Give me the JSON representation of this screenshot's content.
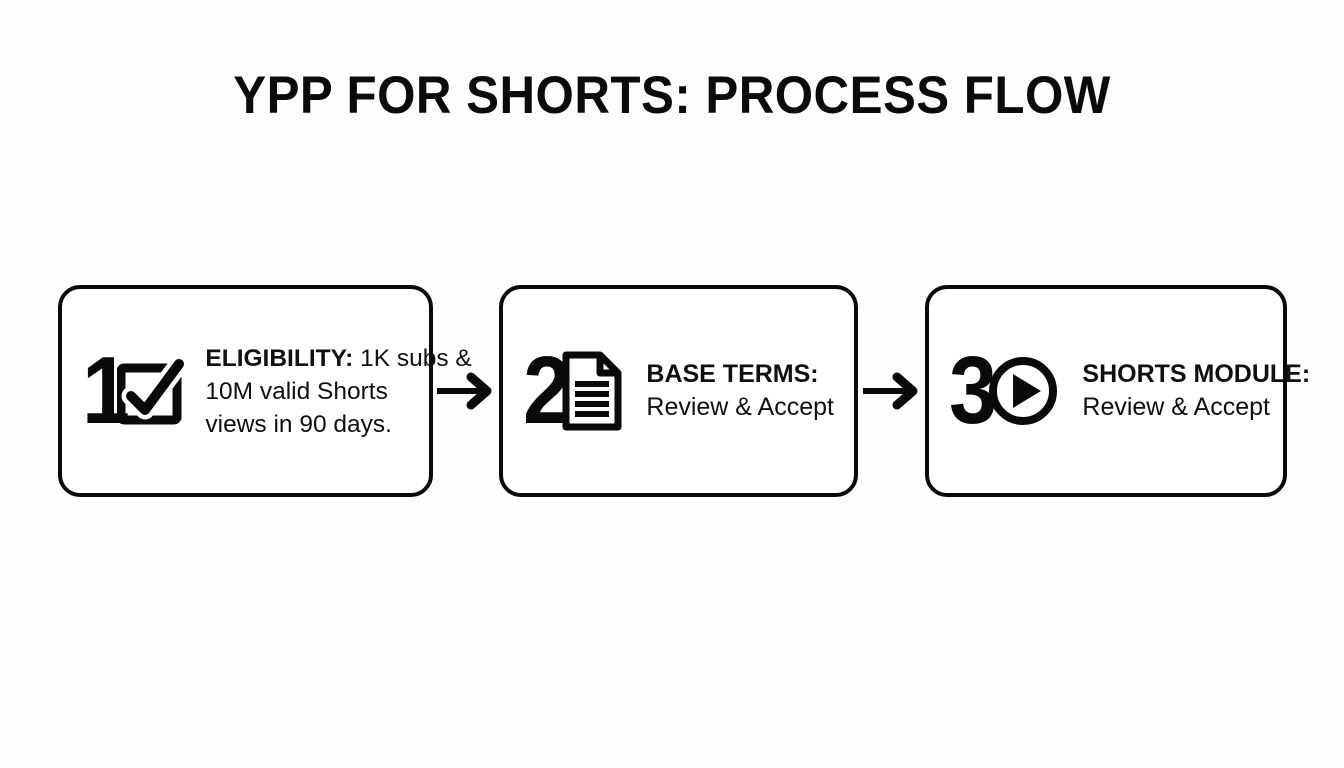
{
  "title": "YPP FOR SHORTS: PROCESS FLOW",
  "colors": {
    "background": "#fdfdfd",
    "ink": "#0a0a0a",
    "card_fill": "#ffffff"
  },
  "steps": [
    {
      "number": "1",
      "icon": "checkbox-check-icon",
      "label": "ELIGIBILITY:",
      "body_line_1": " 1K subs &",
      "body_line_2": "10M valid Shorts",
      "body_line_3": "views in 90 days.",
      "text_full": "ELIGIBILITY: 1K subs & 10M valid Shorts views in 90 days."
    },
    {
      "number": "2",
      "icon": "document-icon",
      "label": "BASE TERMS:",
      "body_line_1": "Review & Accept",
      "text_full": "BASE TERMS: Review & Accept"
    },
    {
      "number": "3",
      "icon": "play-circle-icon",
      "label": "SHORTS MODULE:",
      "body_line_1": "Review & Accept",
      "text_full": "SHORTS MODULE: Review & Accept"
    }
  ],
  "connectors": [
    {
      "name": "arrow-step-1-to-2",
      "direction": "right"
    },
    {
      "name": "arrow-step-2-to-3",
      "direction": "right"
    }
  ]
}
